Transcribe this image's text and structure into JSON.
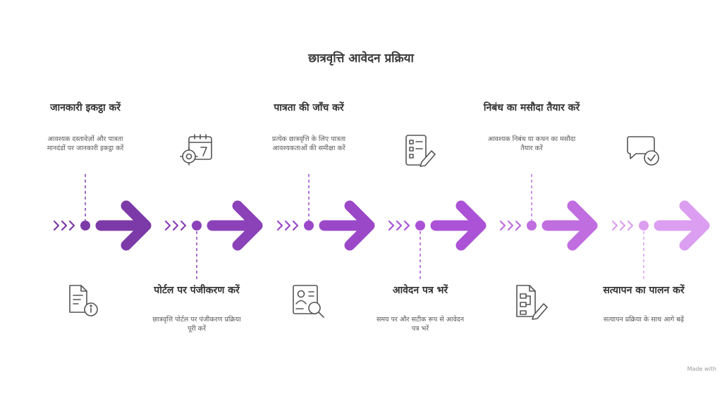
{
  "title": "छात्रवृत्ति आवेदन प्रक्रिया",
  "footer": "Made with",
  "colors": [
    "#7c3aa8",
    "#8b41b8",
    "#9b48c8",
    "#ab52d6",
    "#c06de0",
    "#dc9ef0"
  ],
  "steps": [
    {
      "title": "जानकारी इकट्ठा करें",
      "desc": "आवश्यक दस्तावेज़ों और पात्रता मानदंडों पर जानकारी इकट्ठा करें",
      "icon": "document-info-icon"
    },
    {
      "title": "पोर्टल पर पंजीकरण करें",
      "desc": "छात्रवृत्ति पोर्टल पर पंजीकरण प्रक्रिया पूरी करें",
      "icon": "calendar-gear-icon"
    },
    {
      "title": "पात्रता की जाँच करें",
      "desc": "प्रत्येक छात्रवृत्ति के लिए पात्रता आवश्यकताओं की समीक्षा करें",
      "icon": "profile-search-icon"
    },
    {
      "title": "आवेदन पत्र भरें",
      "desc": "समय पर और सटीक रूप से आवेदन पत्र भरें",
      "icon": "checklist-pen-icon"
    },
    {
      "title": "निबंध का मसौदा तैयार करें",
      "desc": "आवश्यक निबंध या कथन का मसौदा तैयार करें",
      "icon": "flowchart-pen-icon"
    },
    {
      "title": "सत्यापन का पालन करें",
      "desc": "सत्यापन प्रक्रिया के साथ आगे बढ़ें",
      "icon": "chat-check-icon"
    }
  ]
}
